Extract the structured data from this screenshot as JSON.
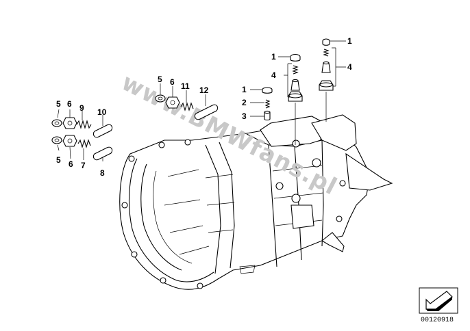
{
  "watermark": "www.BMWfans.pl",
  "reference_number": "00120918",
  "nav_icon": "arrow-down-left-icon",
  "callouts": {
    "l5_top": "5",
    "l6_top": "6",
    "l9": "9",
    "l10": "10",
    "l5_bot": "5",
    "l6_bot": "6",
    "l7": "7",
    "l8": "8",
    "l5_mid": "5",
    "l6_mid": "6",
    "l11": "11",
    "l12": "12",
    "l1_a": "1",
    "l2": "2",
    "l3": "3",
    "l1_b": "1",
    "l4_a": "4",
    "l1_c": "1",
    "l4_b": "4"
  }
}
